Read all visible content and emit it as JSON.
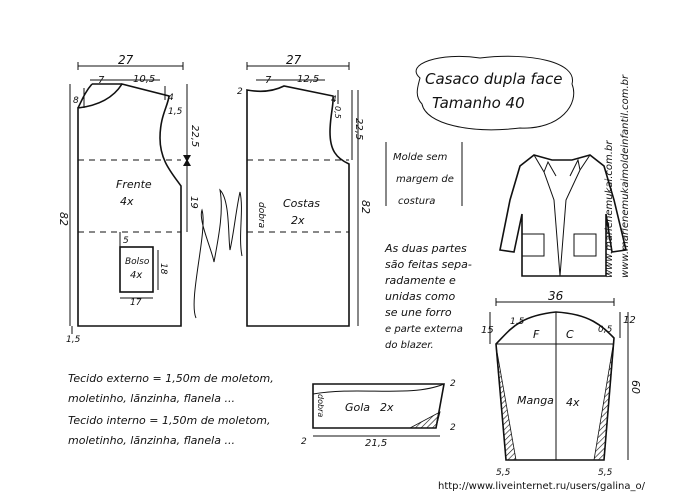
{
  "title": {
    "line1": "Casaco dupla face",
    "line2": "Tamanho 40"
  },
  "note_box": [
    "Molde sem",
    "margem de",
    "costura"
  ],
  "assembly_note": [
    "As duas partes",
    "são feitas sepa-",
    "radamente e",
    "unidas como",
    "se une forro",
    "e parte externa",
    "do blazer."
  ],
  "fabric_notes": [
    "Tecido externo = 1,50m de moletom,",
    "moletinho, lãnzinha, flanela ...",
    "Tecido interno = 1,50m de moletom,",
    "moletinho, lãnzinha, flanela ..."
  ],
  "websites": [
    "www.marlenemukai.com.br",
    "www.marlenemukaimoldeinfantil.com.br"
  ],
  "footer_url": "http://www.liveinternet.ru/users/galina_o/",
  "pieces": {
    "front": {
      "name": "Frente",
      "count": "4x",
      "top": "27",
      "left_top": "7",
      "shoulder": "10,5",
      "neck_drop": "8",
      "shoulder_drop": "4",
      "armhole_w": "1,5",
      "armhole_h": "22,5",
      "hip": "19",
      "length": "82",
      "hem": "1,5"
    },
    "back": {
      "name": "Costas",
      "count": "2x",
      "fold": "dobra",
      "top": "27",
      "left_top": "7",
      "shoulder": "12,5",
      "neck_drop": "2",
      "shoulder_drop": "4",
      "armhole_w": "0,5",
      "armhole_h": "22,5",
      "length": "82"
    },
    "pocket": {
      "name": "Bolso",
      "count": "4x",
      "width": "17",
      "height": "18",
      "top": "5"
    },
    "collar": {
      "name": "Gola",
      "count": "2x",
      "fold": "dobra",
      "width": "21,5",
      "right_top": "2",
      "right_bottom": "2",
      "left": "2"
    },
    "sleeve": {
      "name": "Manga",
      "count": "4x",
      "width": "36",
      "left_drop": "15",
      "right_drop": "12",
      "cap_left": "1,5",
      "cap_right": "0,5",
      "front_label": "F",
      "back_label": "C",
      "length": "60",
      "hem_left": "5,5",
      "hem_right": "5,5"
    }
  },
  "signature": "Marlene Mukai"
}
